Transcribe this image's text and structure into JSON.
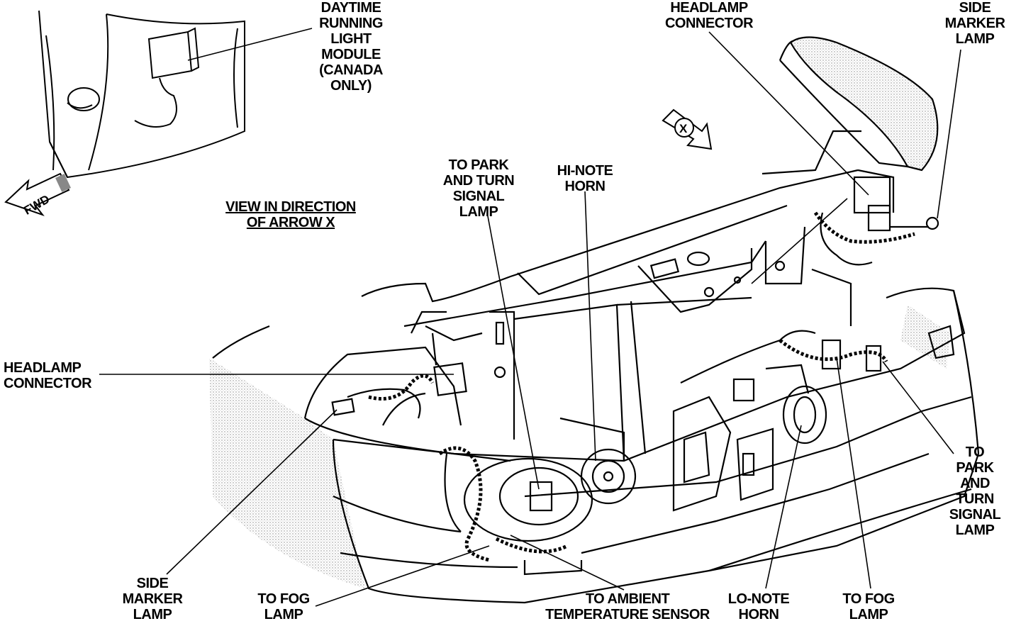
{
  "labels": {
    "drl_module": [
      "DAYTIME",
      "RUNNING",
      "LIGHT",
      "MODULE",
      "(CANADA",
      "ONLY)"
    ],
    "headlamp_connector_top": [
      "HEADLAMP",
      "CONNECTOR"
    ],
    "side_marker_top": [
      "SIDE",
      "MARKER",
      "LAMP"
    ],
    "fwd_arrow": "FWD",
    "arrow_x": "X",
    "view_direction": [
      "VIEW IN DIRECTION",
      "OF ARROW X"
    ],
    "park_turn_left": [
      "TO PARK",
      "AND TURN",
      "SIGNAL",
      "LAMP"
    ],
    "hi_note_horn": [
      "HI-NOTE",
      "HORN"
    ],
    "headlamp_connector_left": [
      "HEADLAMP",
      "CONNECTOR"
    ],
    "park_turn_right": [
      "TO",
      "PARK",
      "AND",
      "TURN",
      "SIGNAL",
      "LAMP"
    ],
    "side_marker_bottom": [
      "SIDE",
      "MARKER",
      "LAMP"
    ],
    "fog_lamp_left": [
      "TO FOG",
      "LAMP"
    ],
    "ambient_sensor": [
      "TO AMBIENT",
      "TEMPERATURE SENSOR"
    ],
    "lo_note_horn": [
      "LO-NOTE",
      "HORN"
    ],
    "fog_lamp_right": [
      "TO FOG",
      "LAMP"
    ]
  },
  "colors": {
    "ink": "#000000",
    "stipple": "#b8b8b8",
    "paper": "#ffffff"
  }
}
